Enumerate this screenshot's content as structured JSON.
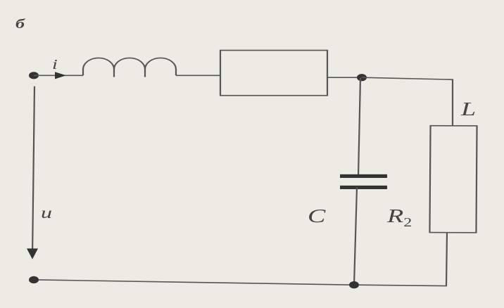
{
  "figure_label": "б",
  "labels": {
    "current": "i",
    "voltage": "u",
    "capacitor": "C",
    "resistor2": "R",
    "resistor2_sub": "2",
    "inductor": "L"
  },
  "colors": {
    "background": "#ecebe4",
    "line": "#555555"
  }
}
